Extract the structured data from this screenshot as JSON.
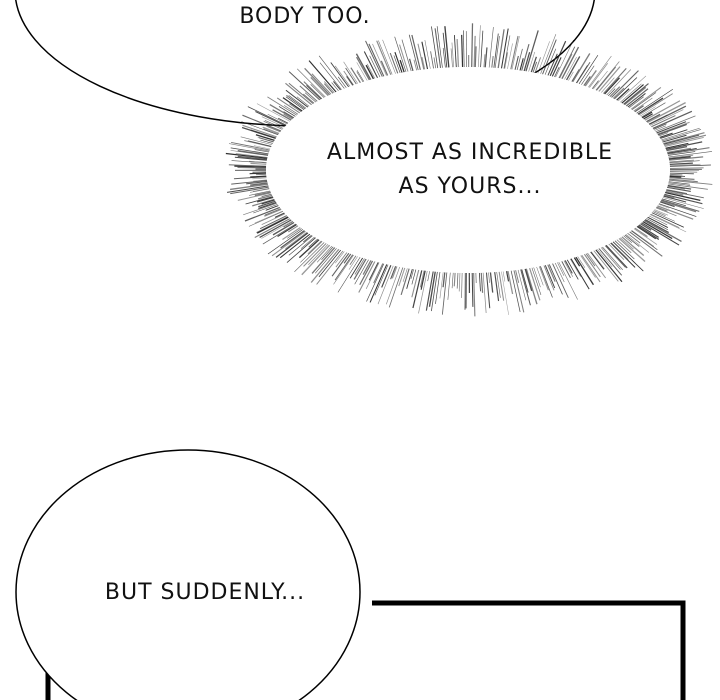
{
  "page": {
    "background": "#ffffff",
    "ink": "#111111"
  },
  "bubbles": {
    "top": {
      "text": "BODY TOO."
    },
    "thought": {
      "line1": "ALMOST AS INCREDIBLE",
      "line2": "AS YOURS..."
    },
    "bottom": {
      "text": "BUT SUDDENLY..."
    }
  },
  "panel": {
    "border_color": "#000000"
  }
}
